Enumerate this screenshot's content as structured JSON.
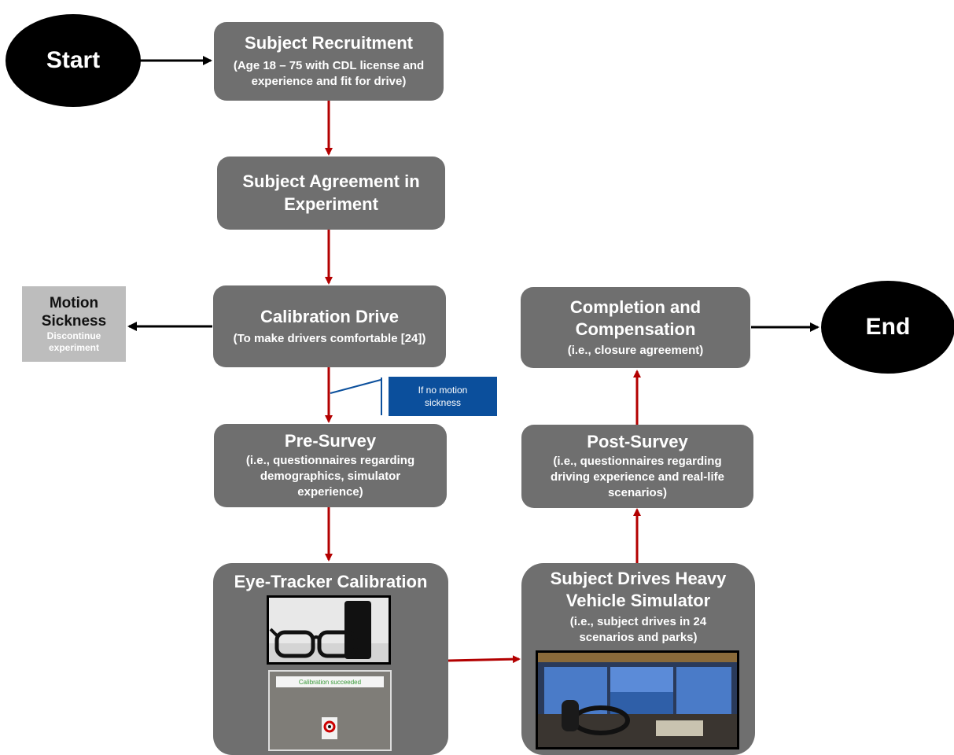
{
  "start_label": "Start",
  "end_label": "End",
  "recruitment": {
    "title": "Subject Recruitment",
    "subtitle": "(Age 18 – 75 with CDL license and experience and fit for drive)"
  },
  "agreement": {
    "title": "Subject Agreement in Experiment"
  },
  "calibration_drive": {
    "title": "Calibration Drive",
    "subtitle": "(To make drivers comfortable [24])"
  },
  "motion_sickness": {
    "title": "Motion Sickness",
    "subtitle": "Discontinue experiment"
  },
  "condition_note": "If no motion sickness",
  "pre_survey": {
    "title": "Pre-Survey",
    "subtitle": "(i.e., questionnaires regarding demographics, simulator experience)"
  },
  "eye_tracker": {
    "title": "Eye-Tracker Calibration",
    "photo_caption": "Calibration succeeded"
  },
  "drives": {
    "title": "Subject Drives Heavy Vehicle Simulator",
    "subtitle": "(i.e., subject drives in 24 scenarios and parks)"
  },
  "post_survey": {
    "title": "Post-Survey",
    "subtitle": "(i.e., questionnaires regarding driving experience and real-life scenarios)"
  },
  "completion": {
    "title": "Completion and Compensation",
    "subtitle": "(i.e., closure agreement)"
  },
  "colors": {
    "box": "#6f6f6f",
    "flow_arrow": "#b30000",
    "side_arrow": "#000000",
    "note": "#0b4f9c",
    "side_box": "#bdbdbd"
  }
}
